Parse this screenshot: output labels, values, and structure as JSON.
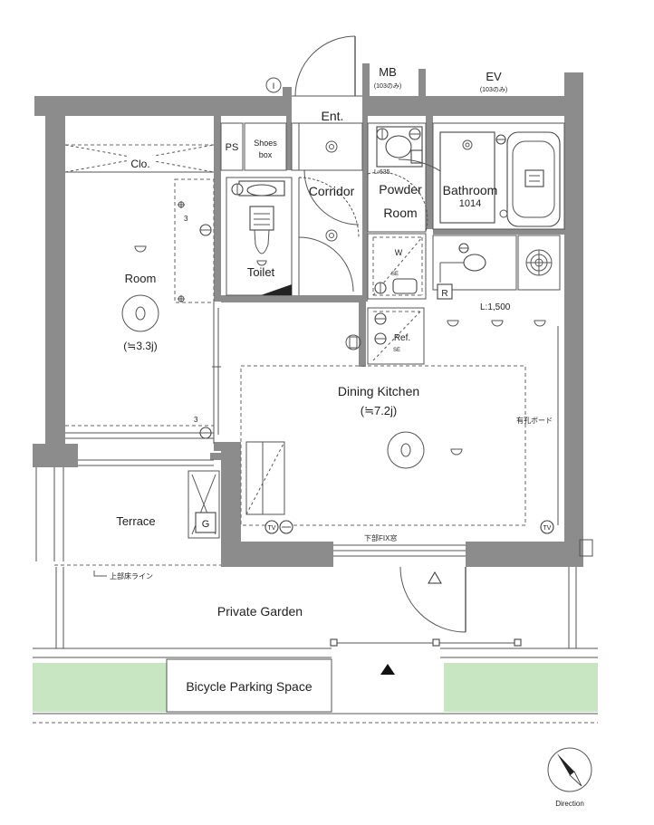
{
  "labels": {
    "mb": "MB",
    "mb_note": "(103のみ)",
    "ev": "EV",
    "ev_note": "(103のみ)",
    "ent": "Ent.",
    "ps": "PS",
    "shoes_box_1": "Shoes",
    "shoes_box_2": "box",
    "clo": "Clo.",
    "corridor": "Corridor",
    "powder_1": "Powder",
    "powder_2": "Room",
    "bathroom": "Bathroom",
    "bathroom_size": "1014",
    "ld": "L:635",
    "toilet": "Toilet",
    "room": "Room",
    "room_area": "(≒3.3j)",
    "w": "W",
    "r": "R",
    "counter": "L:1,500",
    "ref": "Ref.",
    "dining_kitchen": "Dining Kitchen",
    "dk_area": "(≒7.2j)",
    "board": "有孔ボード",
    "terrace": "Terrace",
    "g": "G",
    "tv1": "TV",
    "tv2": "TV",
    "fix_window": "下部FIX窓",
    "upper_floor_line": "上部床ライン",
    "private_garden": "Private Garden",
    "bicycle_parking": "Bicycle Parking Space",
    "direction": "Direction",
    "circle_i": "I",
    "num_3a": "3",
    "num_3b": "3",
    "se1": "SE",
    "se2": "SE"
  },
  "colors": {
    "wall": "#8c8c8c",
    "hedge": "#c9e6c2",
    "line": "#444444"
  },
  "icons": [
    "compass-icon",
    "light-icon",
    "outlet-icon",
    "sink-icon",
    "bathtub-icon",
    "stove-icon",
    "toilet-icon",
    "entry-arrow-icon"
  ]
}
